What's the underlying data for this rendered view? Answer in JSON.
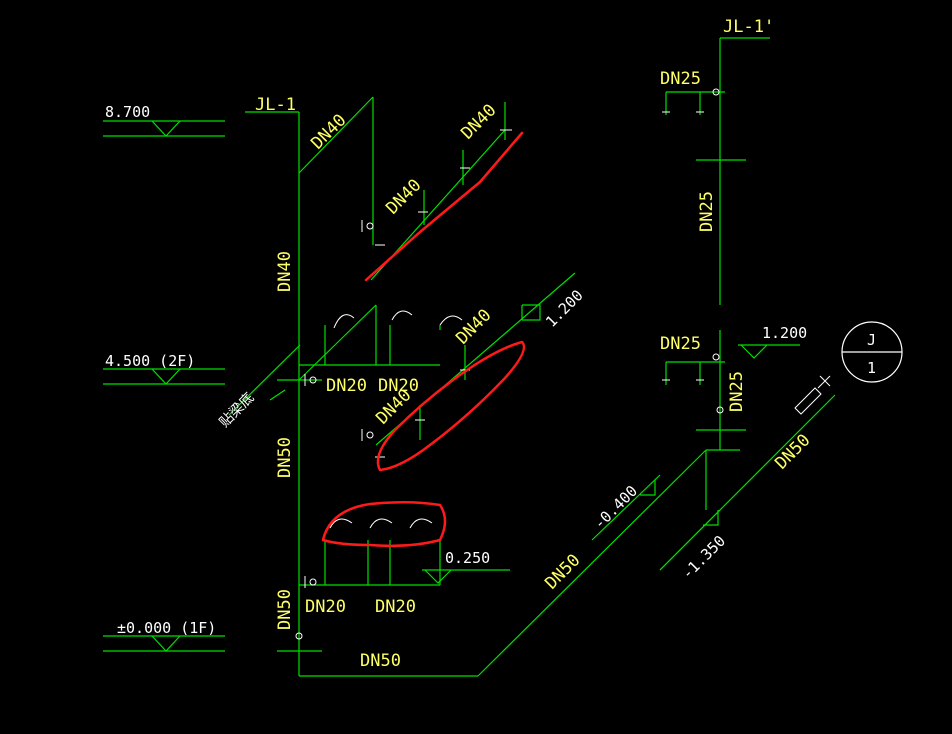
{
  "colors": {
    "background": "#000000",
    "pipe": "#00e000",
    "text": "#ffff66",
    "white": "#ffffff",
    "markup": "#ff1a1a"
  },
  "elevations": {
    "top": "8.700",
    "second_floor": "4.500 (2F)",
    "ground": "±0.000 (1F)"
  },
  "riser_labels": {
    "left": "JL-1",
    "right": "JL-1'"
  },
  "pipe_labels": {
    "dn40_branch_a": "DN40",
    "dn40_branch_b": "DN40",
    "dn40_branch_c": "DN40",
    "dn40_riser": "DN40",
    "dn40_mid_a": "DN40",
    "dn40_mid_b": "DN40",
    "dn20_mid_a": "DN20",
    "dn20_mid_b": "DN20",
    "dn50_riser": "DN50",
    "dn50_lower": "DN50",
    "dn20_low_a": "DN20",
    "dn20_low_b": "DN20",
    "dn50_bottom": "DN50",
    "dn50_diag": "DN50",
    "dn25_top": "DN25",
    "dn25_riser": "DN25",
    "dn25_mid": "DN25",
    "dn25_vert": "DN25",
    "dn50_inlet": "DN50"
  },
  "level_marks": {
    "mid_left": "1.200",
    "mid_right": "1.200",
    "low": "0.250",
    "neg_a": "-0.400",
    "neg_b": "-1.350"
  },
  "beam_note": "贴梁底",
  "detail_ref": {
    "top": "J",
    "bottom": "1"
  }
}
